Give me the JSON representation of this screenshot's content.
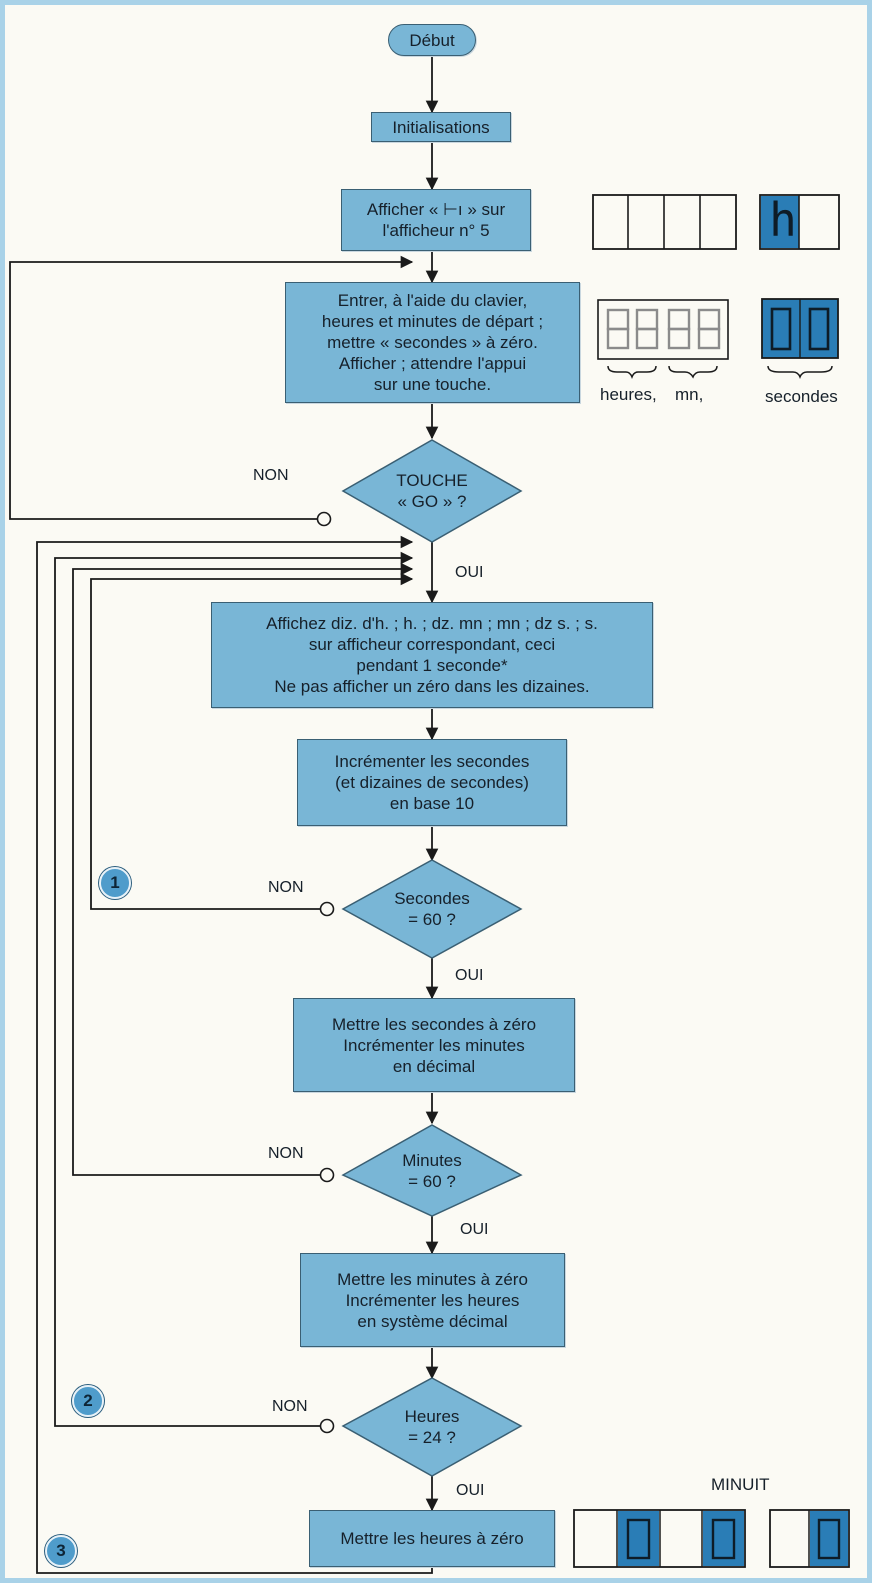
{
  "nodes": {
    "start": "Début",
    "init": "Initialisations",
    "show_h": [
      "Afficher « ⊢ı » sur",
      "l'afficheur n° 5"
    ],
    "enter_time": [
      "Entrer, à l'aide du clavier,",
      "heures et minutes de départ ;",
      "mettre « secondes » à zéro.",
      "Afficher ; attendre l'appui",
      "sur une touche."
    ],
    "go_question": [
      "TOUCHE",
      "« GO » ?"
    ],
    "display_all": [
      "Affichez diz. d'h. ; h. ; dz. mn ; mn ; dz s. ; s.",
      "sur afficheur correspondant, ceci",
      "pendant 1 seconde*",
      "Ne pas afficher un zéro dans les dizaines."
    ],
    "inc_seconds": [
      "Incrémenter les secondes",
      "(et dizaines de secondes)",
      "en base 10"
    ],
    "sec_question": [
      "Secondes",
      "= 60 ?"
    ],
    "reset_sec": [
      "Mettre les secondes à zéro",
      "Incrémenter les minutes",
      "en décimal"
    ],
    "min_question": [
      "Minutes",
      "= 60 ?"
    ],
    "reset_min": [
      "Mettre les minutes à zéro",
      "Incrémenter les heures",
      "en système décimal"
    ],
    "hour_question": [
      "Heures",
      "= 24 ?"
    ],
    "reset_hours": "Mettre les heures à zéro"
  },
  "labels": {
    "no": "NON",
    "yes": "OUI"
  },
  "markers": [
    "1",
    "2",
    "3"
  ],
  "displays": {
    "h_char": "h",
    "captions": [
      "heures,",
      "mn,",
      "secondes"
    ],
    "midnight": "MINUIT"
  },
  "colors": {
    "box_fill": "#79b6d6",
    "page_border": "#a9d2e8",
    "marker_fill": "#4f9ccb"
  }
}
